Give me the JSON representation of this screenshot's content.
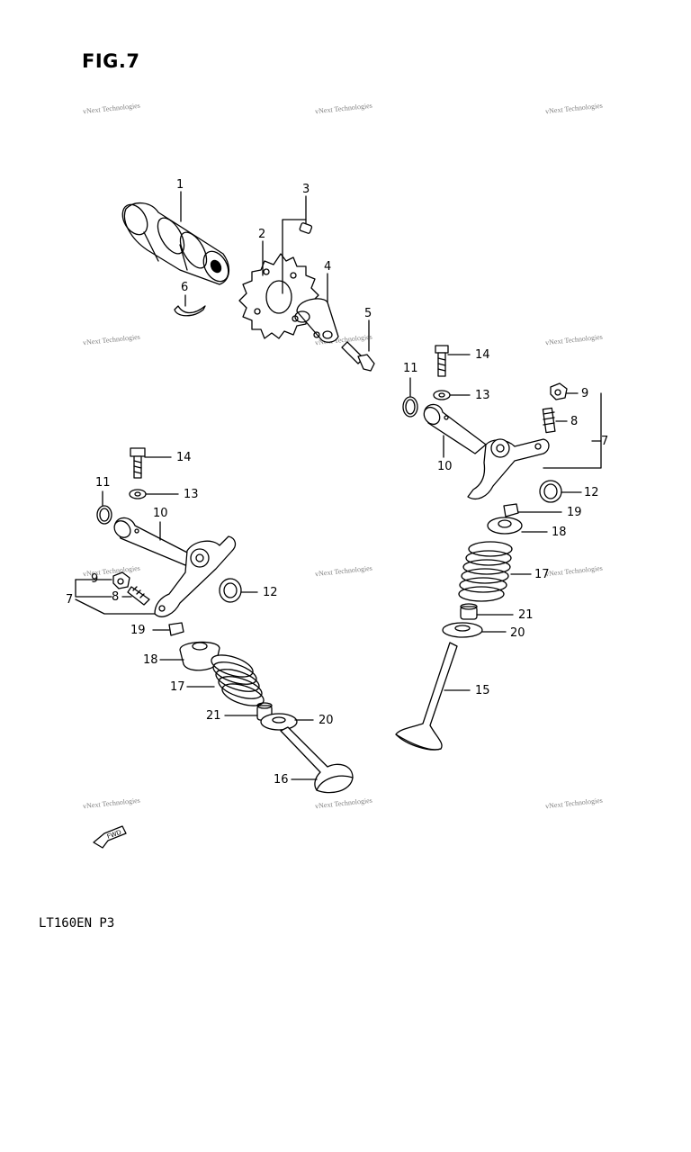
{
  "figure": {
    "title": "FIG.7",
    "model_code": "LT160EN P3",
    "fwd_label": "FWD"
  },
  "watermark": {
    "text": "vNext Technologies"
  },
  "callouts": [
    {
      "id": "c1",
      "label": "1"
    },
    {
      "id": "c2",
      "label": "2"
    },
    {
      "id": "c3",
      "label": "3"
    },
    {
      "id": "c4",
      "label": "4"
    },
    {
      "id": "c5",
      "label": "5"
    },
    {
      "id": "c6",
      "label": "6"
    },
    {
      "id": "c14r",
      "label": "14"
    },
    {
      "id": "c13r",
      "label": "13"
    },
    {
      "id": "c11r",
      "label": "11"
    },
    {
      "id": "c9r",
      "label": "9"
    },
    {
      "id": "c8r",
      "label": "8"
    },
    {
      "id": "c7r",
      "label": "7"
    },
    {
      "id": "c10r",
      "label": "10"
    },
    {
      "id": "c12r",
      "label": "12"
    },
    {
      "id": "c19r",
      "label": "19"
    },
    {
      "id": "c18r",
      "label": "18"
    },
    {
      "id": "c17r",
      "label": "17"
    },
    {
      "id": "c21r",
      "label": "21"
    },
    {
      "id": "c20r",
      "label": "20"
    },
    {
      "id": "c15",
      "label": "15"
    },
    {
      "id": "c14l",
      "label": "14"
    },
    {
      "id": "c13l",
      "label": "13"
    },
    {
      "id": "c11l",
      "label": "11"
    },
    {
      "id": "c10l",
      "label": "10"
    },
    {
      "id": "c9l",
      "label": "9"
    },
    {
      "id": "c8l",
      "label": "8"
    },
    {
      "id": "c7l",
      "label": "7"
    },
    {
      "id": "c12l",
      "label": "12"
    },
    {
      "id": "c19l",
      "label": "19"
    },
    {
      "id": "c18l",
      "label": "18"
    },
    {
      "id": "c17l",
      "label": "17"
    },
    {
      "id": "c21l",
      "label": "21"
    },
    {
      "id": "c20l",
      "label": "20"
    },
    {
      "id": "c16",
      "label": "16"
    }
  ]
}
